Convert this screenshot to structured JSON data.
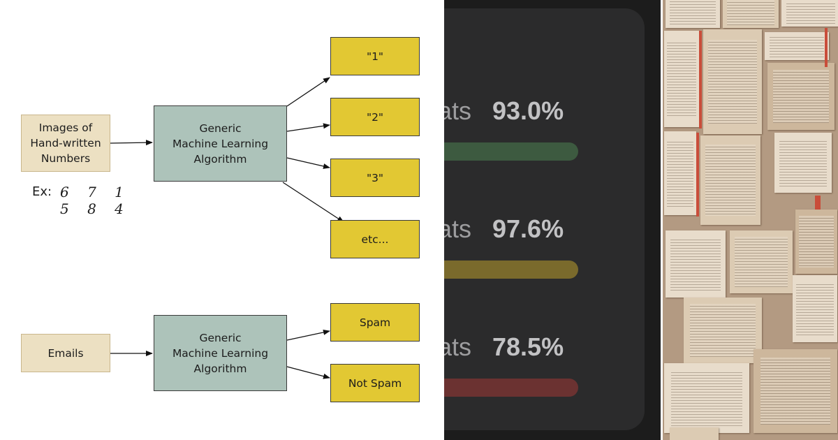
{
  "diagram": {
    "top": {
      "input": "Images of\nHand-written\nNumbers",
      "algorithm": "Generic\nMachine Learning\nAlgorithm",
      "outputs": [
        "\"1\"",
        "\"2\"",
        "\"3\"",
        "etc..."
      ],
      "example_label": "Ex:",
      "example_digits_row1": "6 7 1",
      "example_digits_row2": "5 8 4"
    },
    "bottom": {
      "input": "Emails",
      "algorithm": "Generic\nMachine Learning\nAlgorithm",
      "outputs": [
        "Spam",
        "Not Spam"
      ]
    }
  },
  "stats": {
    "rows": [
      {
        "label": "ats",
        "value": "93.0%",
        "color": "#3d5a40"
      },
      {
        "label": "ats",
        "value": "97.6%",
        "color": "#7a6a2c"
      },
      {
        "label": "ats",
        "value": "78.5%",
        "color": "#6b3231"
      }
    ]
  }
}
